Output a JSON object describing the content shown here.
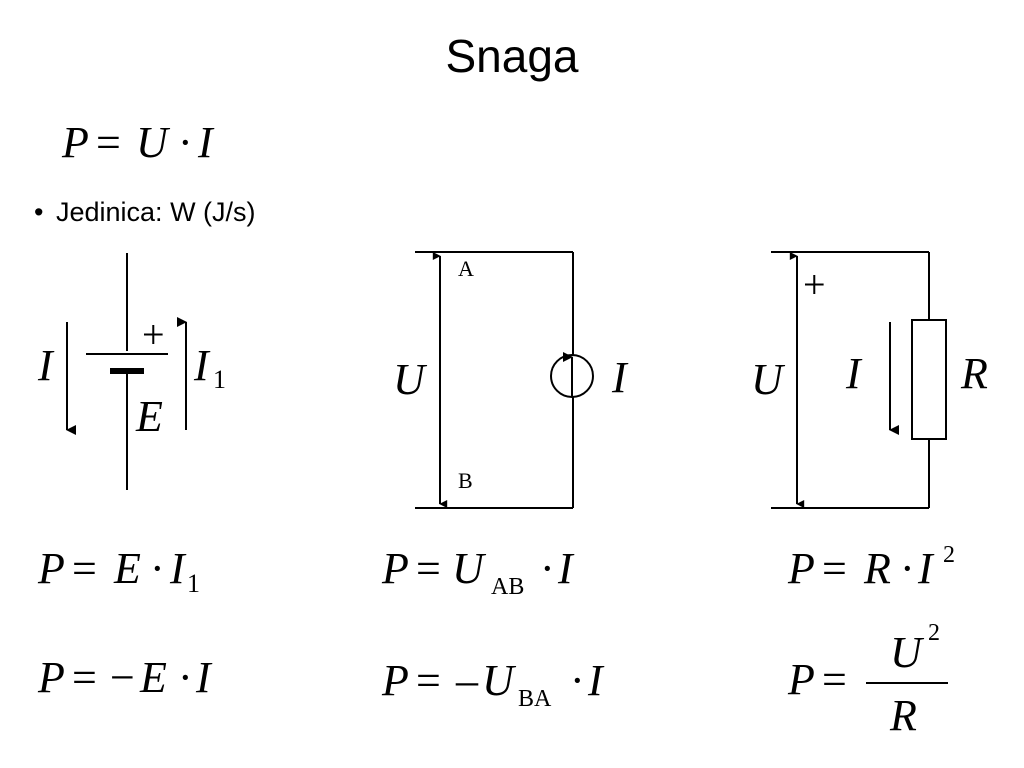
{
  "title": "Snaga",
  "main_formula": {
    "lhs": "P",
    "eq": "=",
    "u": "U",
    "dot": "·",
    "i": "I"
  },
  "unit_line": {
    "bullet": "•",
    "text": "Jedinica: W (J/s)"
  },
  "circuit_battery": {
    "current_left": "I",
    "current_right": "I",
    "current_right_sub": "1",
    "plus": "+",
    "emf": "E",
    "formula1": {
      "lhs": "P",
      "eq": "=",
      "a": "E",
      "dot": "·",
      "b": "I",
      "b_sub": "1"
    },
    "formula2": {
      "lhs": "P",
      "eq": "=",
      "minus": "−",
      "a": "E",
      "dot": "·",
      "b": "I"
    }
  },
  "circuit_source": {
    "node_a": "A",
    "node_b": "B",
    "voltage": "U",
    "current": "I",
    "formula1": {
      "lhs": "P",
      "eq": "=",
      "a": "U",
      "a_sub": "AB",
      "dot": "·",
      "b": "I"
    },
    "formula2": {
      "lhs": "P",
      "eq": "=",
      "minus": "–",
      "a": "U",
      "a_sub": "BA",
      "dot": "·",
      "b": "I"
    }
  },
  "circuit_resistor": {
    "plus": "+",
    "voltage": "U",
    "current": "I",
    "resistance": "R",
    "formula1": {
      "lhs": "P",
      "eq": "=",
      "a": "R",
      "dot": "·",
      "b": "I",
      "b_sup": "2"
    },
    "formula2": {
      "lhs": "P",
      "eq": "=",
      "num": "U",
      "num_sup": "2",
      "den": "R"
    }
  }
}
